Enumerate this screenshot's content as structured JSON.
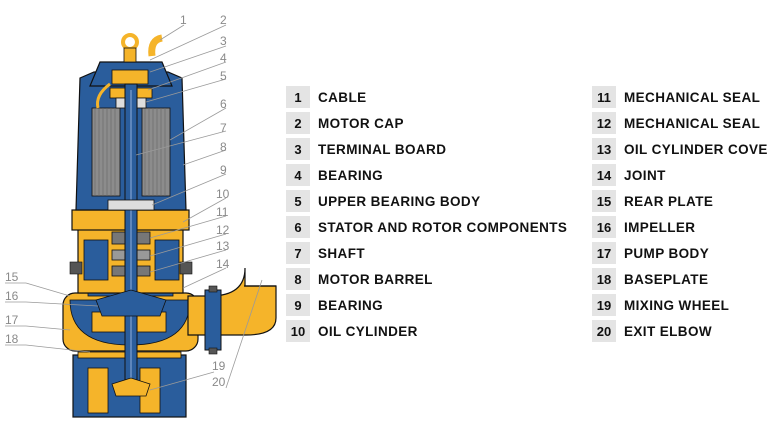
{
  "colors": {
    "casing_blue": "#2a5d9c",
    "casing_yellow": "#f5b42a",
    "outline": "#111111",
    "winding_grey": "#8c8c8c",
    "callout_grey": "#8a8a8a",
    "legend_number_bg": "#e4e4e4"
  },
  "legend": {
    "left": [
      {
        "num": "1",
        "label": "CABLE"
      },
      {
        "num": "2",
        "label": "MOTOR CAP"
      },
      {
        "num": "3",
        "label": "TERMINAL BOARD"
      },
      {
        "num": "4",
        "label": "BEARING"
      },
      {
        "num": "5",
        "label": "UPPER BEARING BODY"
      },
      {
        "num": "6",
        "label": "STATOR AND ROTOR COMPONENTS"
      },
      {
        "num": "7",
        "label": "SHAFT"
      },
      {
        "num": "8",
        "label": "MOTOR BARREL"
      },
      {
        "num": "9",
        "label": "BEARING"
      },
      {
        "num": "10",
        "label": "OIL CYLINDER"
      }
    ],
    "right": [
      {
        "num": "11",
        "label": "MECHANICAL SEAL"
      },
      {
        "num": "12",
        "label": "MECHANICAL SEAL"
      },
      {
        "num": "13",
        "label": "OIL CYLINDER COVER"
      },
      {
        "num": "14",
        "label": "JOINT"
      },
      {
        "num": "15",
        "label": "REAR PLATE"
      },
      {
        "num": "16",
        "label": "IMPELLER"
      },
      {
        "num": "17",
        "label": "PUMP BODY"
      },
      {
        "num": "18",
        "label": "BASEPLATE"
      },
      {
        "num": "19",
        "label": "MIXING WHEEL"
      },
      {
        "num": "20",
        "label": "EXIT ELBOW"
      }
    ]
  },
  "callouts": {
    "n1": "1",
    "n2": "2",
    "n3": "3",
    "n4": "4",
    "n5": "5",
    "n6": "6",
    "n7": "7",
    "n8": "8",
    "n9": "9",
    "n10": "10",
    "n11": "11",
    "n12": "12",
    "n13": "13",
    "n14": "14",
    "n15": "15",
    "n16": "16",
    "n17": "17",
    "n18": "18",
    "n19": "19",
    "n20": "20"
  }
}
